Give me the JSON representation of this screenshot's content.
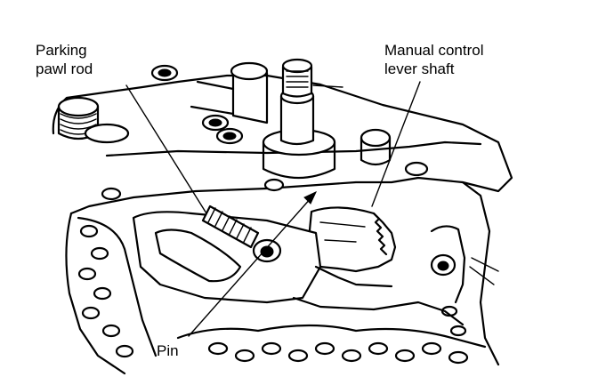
{
  "labels": {
    "parking_pawl_rod": [
      "Parking",
      "pawl rod"
    ],
    "manual_control_lever_shaft": [
      "Manual control",
      "lever shaft"
    ],
    "pin": "Pin"
  },
  "colors": {
    "ink": "#000000",
    "paper": "#ffffff"
  }
}
